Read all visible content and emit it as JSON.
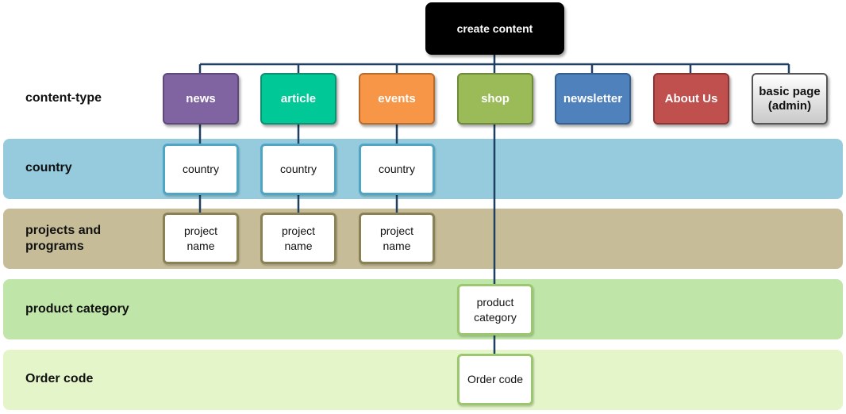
{
  "colors": {
    "band_country": "#95cbdd",
    "band_projects": "#c6bd98",
    "band_product": "#bfe5a8",
    "band_order": "#e4f5c9",
    "connector": "#1f3f63"
  },
  "root": {
    "label": "create content"
  },
  "rows": {
    "content_type": "content-type",
    "country": "country",
    "projects": "projects and\nprograms",
    "product": "product category",
    "order": "Order code"
  },
  "content_types": [
    {
      "label": "news",
      "color": "#8064a2",
      "border": "#5e4a7a"
    },
    {
      "label": "article",
      "color": "#00c897",
      "border": "#10906e"
    },
    {
      "label": "events",
      "color": "#f79646",
      "border": "#b86c2c"
    },
    {
      "label": "shop",
      "color": "#9bbb59",
      "border": "#6e8a3a"
    },
    {
      "label": "newsletter",
      "color": "#4f81bd",
      "border": "#355f8f"
    },
    {
      "label": "About Us",
      "color": "#c0504d",
      "border": "#8c3532"
    },
    {
      "label": "basic page\n(admin)",
      "color": "#e0e0e0",
      "border": "#555555"
    }
  ],
  "sub_boxes": {
    "country": [
      "country",
      "country",
      "country"
    ],
    "project_name": [
      "project\nname",
      "project\nname",
      "project\nname"
    ],
    "product_category": "product\ncategory",
    "order_code": "Order code"
  },
  "sub_borders": {
    "country": "#4ea6c4",
    "project": "#8a8255",
    "product": "#9bc76e",
    "order": "#9bc76e"
  }
}
